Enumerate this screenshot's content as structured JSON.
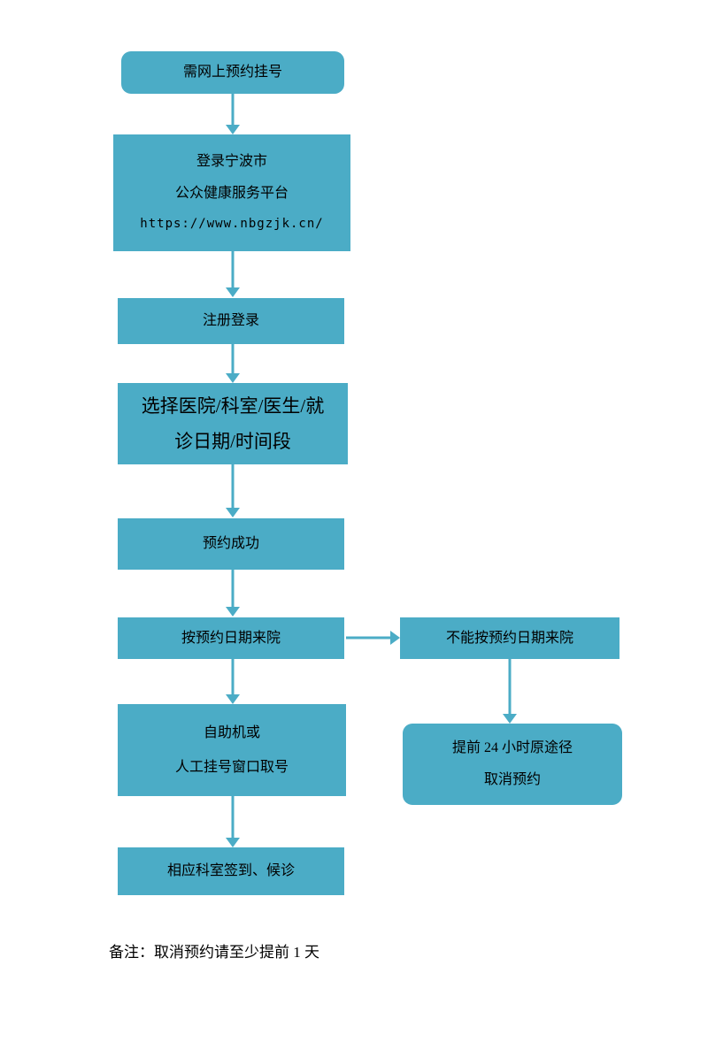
{
  "colors": {
    "box": "#4BACC6",
    "arrow": "#4BACC6",
    "text": "#000000"
  },
  "nodes": {
    "start": {
      "label": "需网上预约挂号"
    },
    "login": {
      "line1": "登录宁波市",
      "line2": "公众健康服务平台",
      "line3": "https://www.nbgzjk.cn/"
    },
    "register": {
      "label": "注册登录"
    },
    "select": {
      "line1": "选择医院/科室/医生/就",
      "line2": "诊日期/时间段"
    },
    "success": {
      "label": "预约成功"
    },
    "arrive": {
      "label": "按预约日期来院"
    },
    "cannot": {
      "label": "不能按预约日期来院"
    },
    "ticket": {
      "line1": "自助机或",
      "line2": "人工挂号窗口取号"
    },
    "cancel": {
      "line1": "提前 24 小时原途径",
      "line2": "取消预约"
    },
    "checkin": {
      "label": "相应科室签到、候诊"
    },
    "note": {
      "label": "备注：取消预约请至少提前 1 天"
    }
  }
}
